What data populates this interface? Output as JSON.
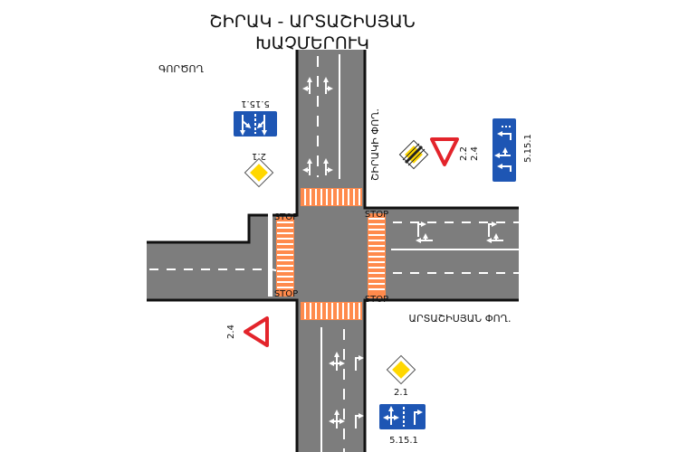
{
  "title": {
    "line1": "ՇԻՐԱԿ - ԱՐՏԱՇԻՍՅԱՆ",
    "line2": "ԽԱՉՄԵՐՈՒԿ"
  },
  "labels": {
    "district": "ԳՈՐԾՈՂ",
    "street_vertical": "ՇԻՐԱԿԻ ՓՈՂ.",
    "street_horizontal": "ԱՐՏԱՇԻՍՅԱՆ ՓՈՂ.",
    "stop_text": "STOP"
  },
  "signs": {
    "north_lanes_code": "5.15.1",
    "north_main_road_code": "2.1",
    "east_end_main_code": "2.2",
    "east_yield_code": "2.4",
    "east_lanes_code": "5.15.1",
    "west_yield_code": "2.4",
    "south_main_road_code": "2.1",
    "south_lanes_code": "5.15.1"
  },
  "colors": {
    "road": "#7d7d7d",
    "curb": "#111111",
    "crosswalk": "#ff8a4c",
    "sign_blue": "#1e56b4",
    "sign_yellow": "#ffd700",
    "sign_red": "#e3242b"
  },
  "icons": {
    "lane_arrow": "lane-direction-arrow",
    "main_road": "main-road-diamond",
    "end_main_road": "end-of-main-road",
    "yield": "give-way-triangle",
    "lane_sign": "lane-direction-sign"
  }
}
